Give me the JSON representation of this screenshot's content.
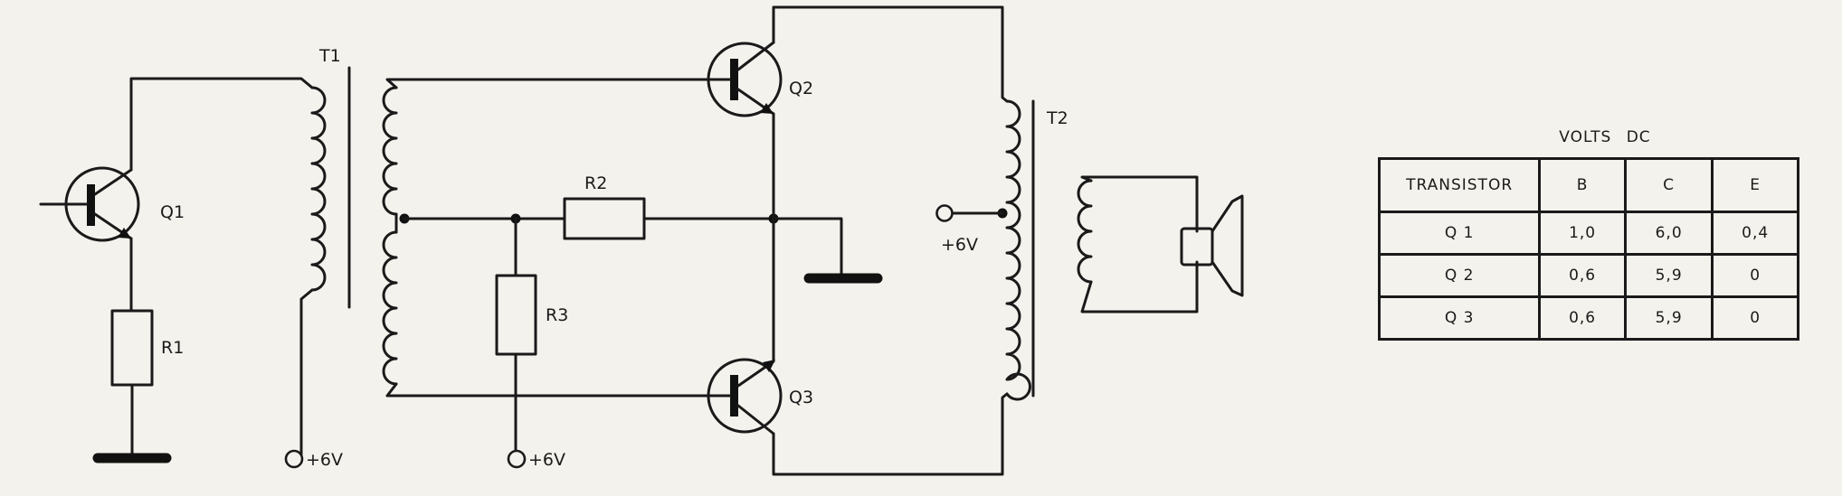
{
  "labels": {
    "q1": "Q1",
    "q2": "Q2",
    "q3": "Q3",
    "r1": "R1",
    "r2": "R2",
    "r3": "R3",
    "t1": "T1",
    "t2": "T2",
    "supply_r1": "+6V",
    "supply_r3": "+6V",
    "supply_t2": "+6V"
  },
  "table": {
    "caption": "VOLTS DC",
    "headers": [
      "TRANSISTOR",
      "B",
      "C",
      "E"
    ],
    "rows": [
      [
        "Q 1",
        "1,0",
        "6,0",
        "0,4"
      ],
      [
        "Q 2",
        "0,6",
        "5,9",
        "0"
      ],
      [
        "Q 3",
        "0,6",
        "5,9",
        "0"
      ]
    ]
  },
  "colors": {
    "ink": "#1a1a1a",
    "paper": "#f4f2ec"
  }
}
